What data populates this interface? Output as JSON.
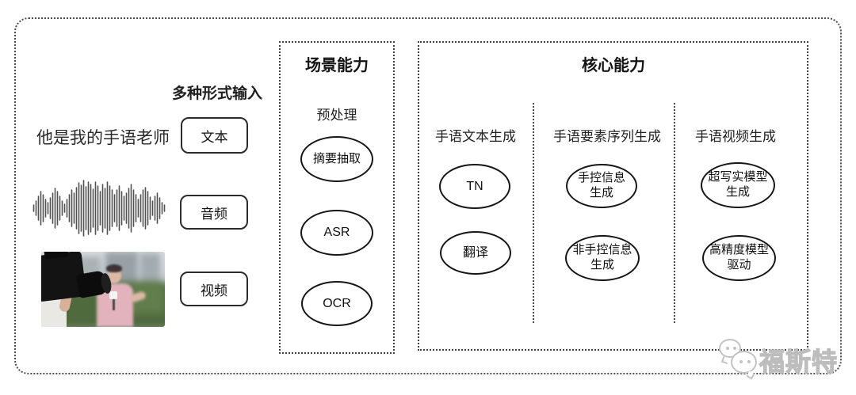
{
  "input_section": {
    "header": "多种形式输入",
    "rows": [
      {
        "kind": "text",
        "sample": "他是我的手语老师",
        "label": "文本"
      },
      {
        "kind": "audio",
        "label": "音频"
      },
      {
        "kind": "video",
        "label": "视频"
      }
    ]
  },
  "scene_box": {
    "title": "场景能力",
    "subtitle": "预处理",
    "nodes": [
      "摘要抽取",
      "ASR",
      "OCR"
    ]
  },
  "core_box": {
    "title": "核心能力",
    "columns": [
      {
        "label": "手语文本生成",
        "nodes": [
          "TN",
          "翻译"
        ]
      },
      {
        "label": "手语要素序列生成",
        "nodes": [
          "手控信息\n生成",
          "非手控信息\n生成"
        ]
      },
      {
        "label": "手语视频生成",
        "nodes": [
          "超写实模型\n生成",
          "高精度模型\n驱动"
        ]
      }
    ]
  },
  "watermark": {
    "icon": "wechat-icon",
    "text": "福斯特"
  },
  "colors": {
    "ink": "#1f1f1f",
    "border": "#4a4a4a",
    "watermark": "#c3c3c3"
  },
  "waveform": {
    "amplitudes": [
      4,
      9,
      15,
      21,
      17,
      11,
      7,
      13,
      19,
      25,
      21,
      15,
      9,
      5,
      11,
      17,
      23,
      19,
      26,
      32,
      29,
      35,
      27,
      33,
      30,
      24,
      33,
      28,
      21,
      30,
      25,
      33,
      28,
      23,
      17,
      23,
      28,
      21,
      15,
      19,
      25,
      30,
      23,
      17,
      11,
      17,
      23,
      26,
      21,
      14,
      9,
      15,
      19,
      13,
      7,
      4
    ]
  }
}
